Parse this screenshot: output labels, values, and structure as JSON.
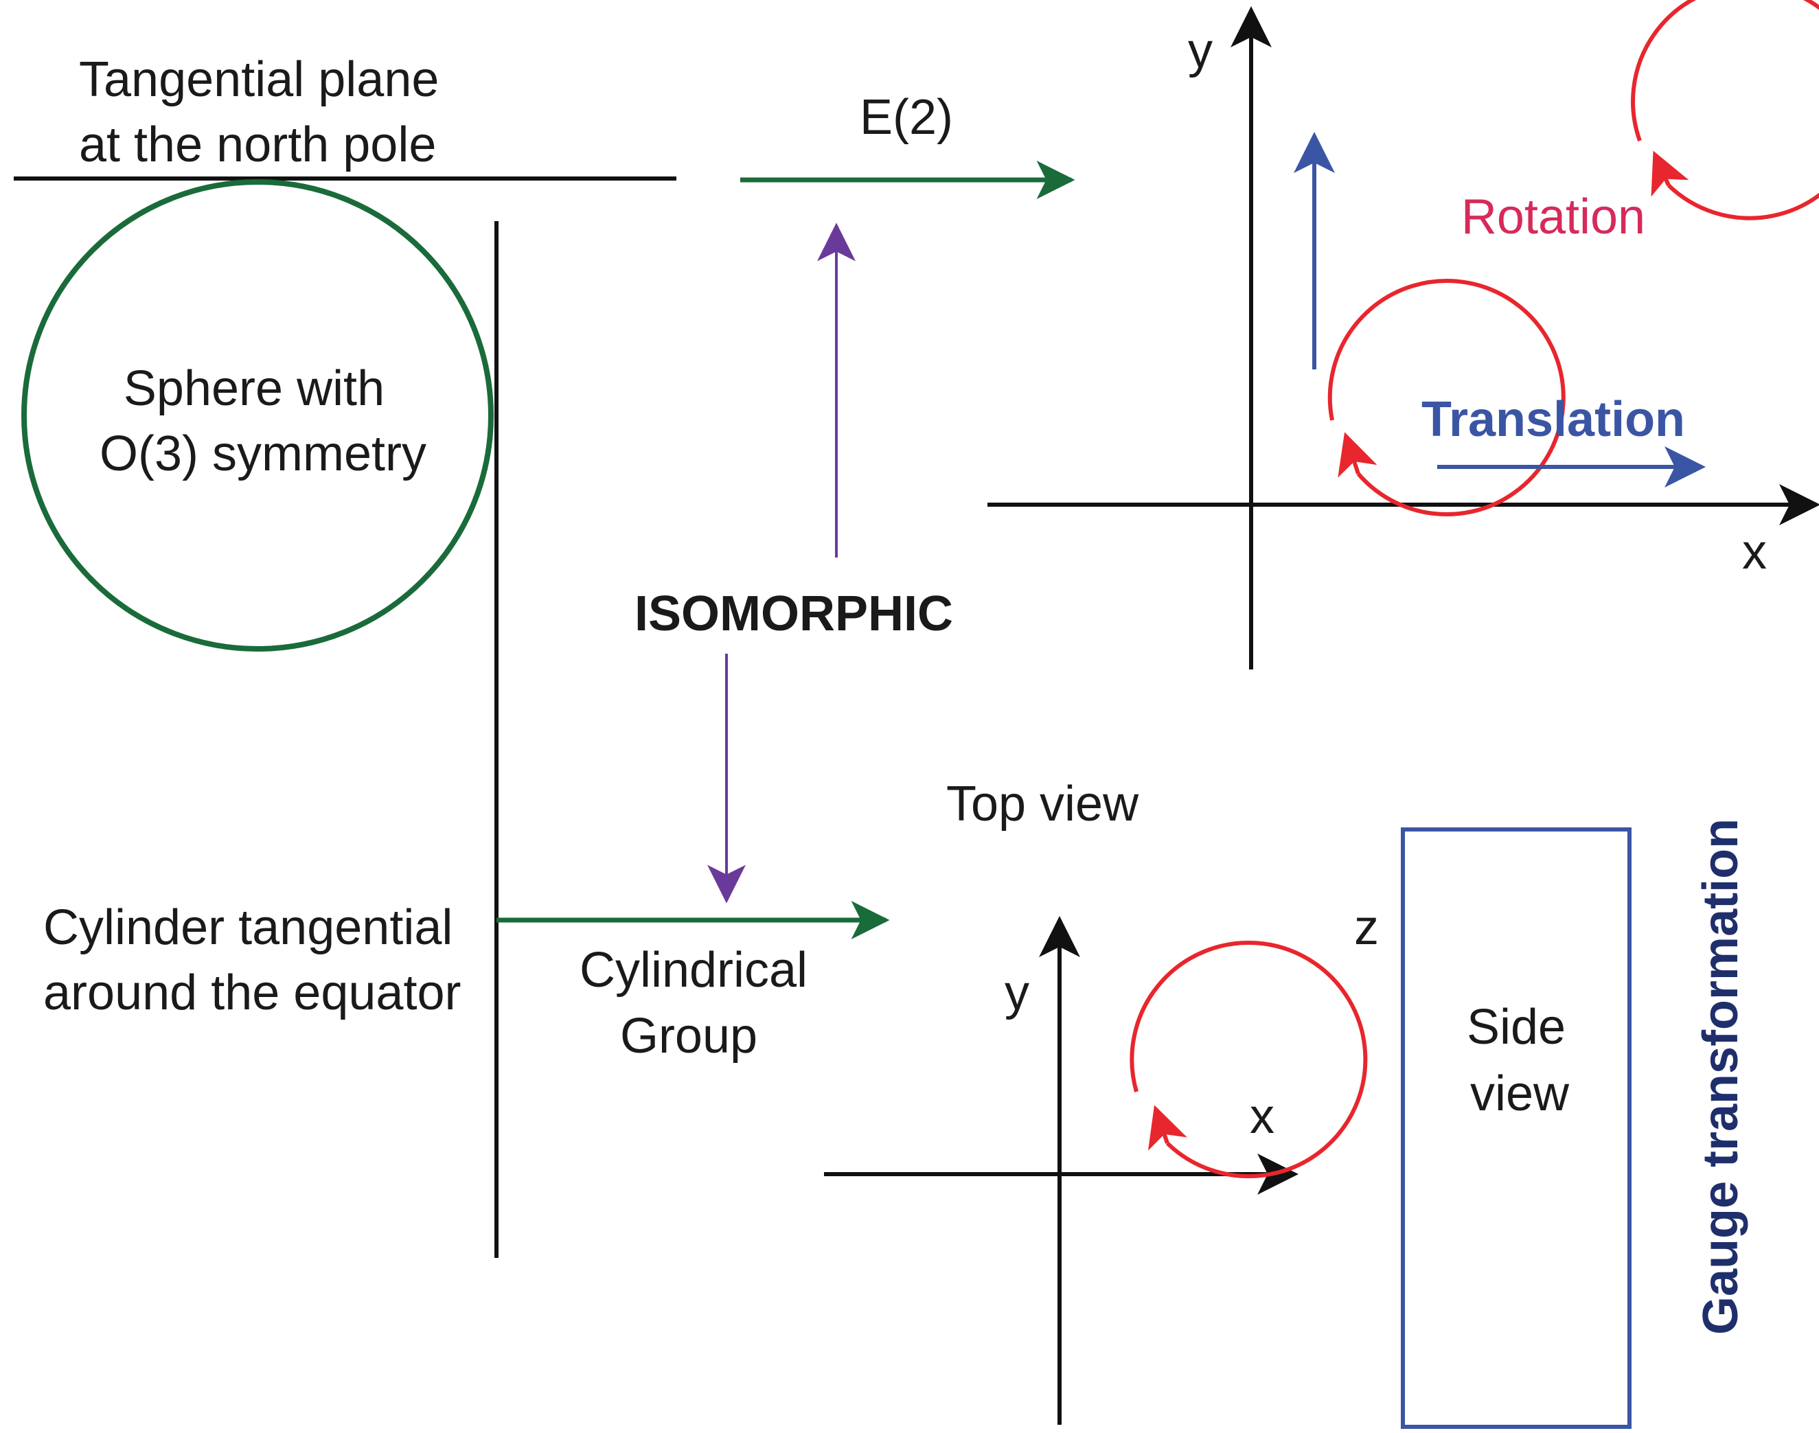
{
  "colors": {
    "black": "#111111",
    "green": "#1a6b3a",
    "purple": "#6a3a9a",
    "red": "#e8262d",
    "blue": "#3a55a4",
    "crimson": "#d62a5a",
    "navy": "#1f2f6b"
  },
  "labels": {
    "tangential_plane_line1": "Tangential plane",
    "tangential_plane_line2": "at the north pole",
    "e2": "E(2)",
    "sphere_line1": "Sphere with",
    "sphere_line2": "O(3) symmetry",
    "isomorphic": "ISOMORPHIC",
    "cylinder_line1": "Cylinder tangential",
    "cylinder_line2": "around the equator",
    "cylindrical_line1": "Cylindrical",
    "cylindrical_line2": "Group",
    "top_view": "Top view",
    "side_view_line1": "Side",
    "side_view_line2": "view",
    "z_axis": "z",
    "gauge": "Gauge transformation",
    "rotation": "Rotation",
    "translation": "Translation",
    "upper_y": "y",
    "upper_x": "x",
    "lower_y": "y",
    "lower_x": "x"
  }
}
